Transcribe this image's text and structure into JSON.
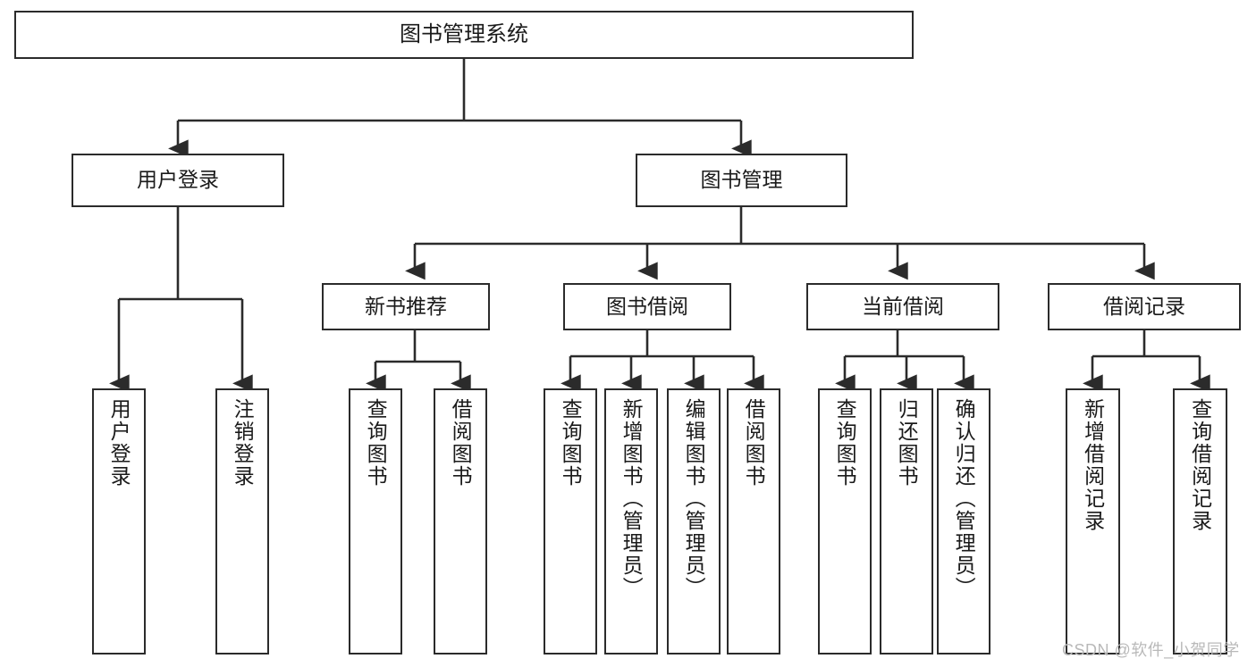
{
  "diagram": {
    "title": "图书管理系统",
    "type": "tree-hierarchy",
    "root": {
      "id": "root",
      "label": "图书管理系统"
    },
    "level2": [
      {
        "id": "user-login",
        "label": "用户登录"
      },
      {
        "id": "book-manage",
        "label": "图书管理"
      }
    ],
    "level3": [
      {
        "id": "new-book-recommend",
        "label": "新书推荐",
        "parent": "book-manage"
      },
      {
        "id": "book-borrow",
        "label": "图书借阅",
        "parent": "book-manage"
      },
      {
        "id": "current-borrow",
        "label": "当前借阅",
        "parent": "book-manage"
      },
      {
        "id": "borrow-record",
        "label": "借阅记录",
        "parent": "book-manage"
      }
    ],
    "leaves": [
      {
        "id": "leaf-user-login",
        "label": "用户登录",
        "parent": "user-login"
      },
      {
        "id": "leaf-logout-login",
        "label": "注销登录",
        "parent": "user-login"
      },
      {
        "id": "leaf-query-book-1",
        "label": "查询图书",
        "parent": "new-book-recommend"
      },
      {
        "id": "leaf-borrow-book-1",
        "label": "借阅图书",
        "parent": "new-book-recommend"
      },
      {
        "id": "leaf-query-book-2",
        "label": "查询图书",
        "parent": "book-borrow"
      },
      {
        "id": "leaf-add-book",
        "label": "新增图书（管理员）",
        "parent": "book-borrow"
      },
      {
        "id": "leaf-edit-book",
        "label": "编辑图书（管理员）",
        "parent": "book-borrow"
      },
      {
        "id": "leaf-borrow-book-2",
        "label": "借阅图书",
        "parent": "book-borrow"
      },
      {
        "id": "leaf-query-book-3",
        "label": "查询图书",
        "parent": "current-borrow"
      },
      {
        "id": "leaf-return-book",
        "label": "归还图书",
        "parent": "current-borrow"
      },
      {
        "id": "leaf-confirm-return",
        "label": "确认归还（管理员）",
        "parent": "current-borrow"
      },
      {
        "id": "leaf-add-record",
        "label": "新增借阅记录",
        "parent": "borrow-record"
      },
      {
        "id": "leaf-query-record",
        "label": "查询借阅记录",
        "parent": "borrow-record"
      }
    ],
    "colors": {
      "border": "#2b2b2b",
      "background": "#ffffff",
      "text": "#1a1a1a",
      "watermark": "#b9b9b9"
    }
  },
  "watermark": {
    "text": "CSDN @软件_小贺同学"
  }
}
